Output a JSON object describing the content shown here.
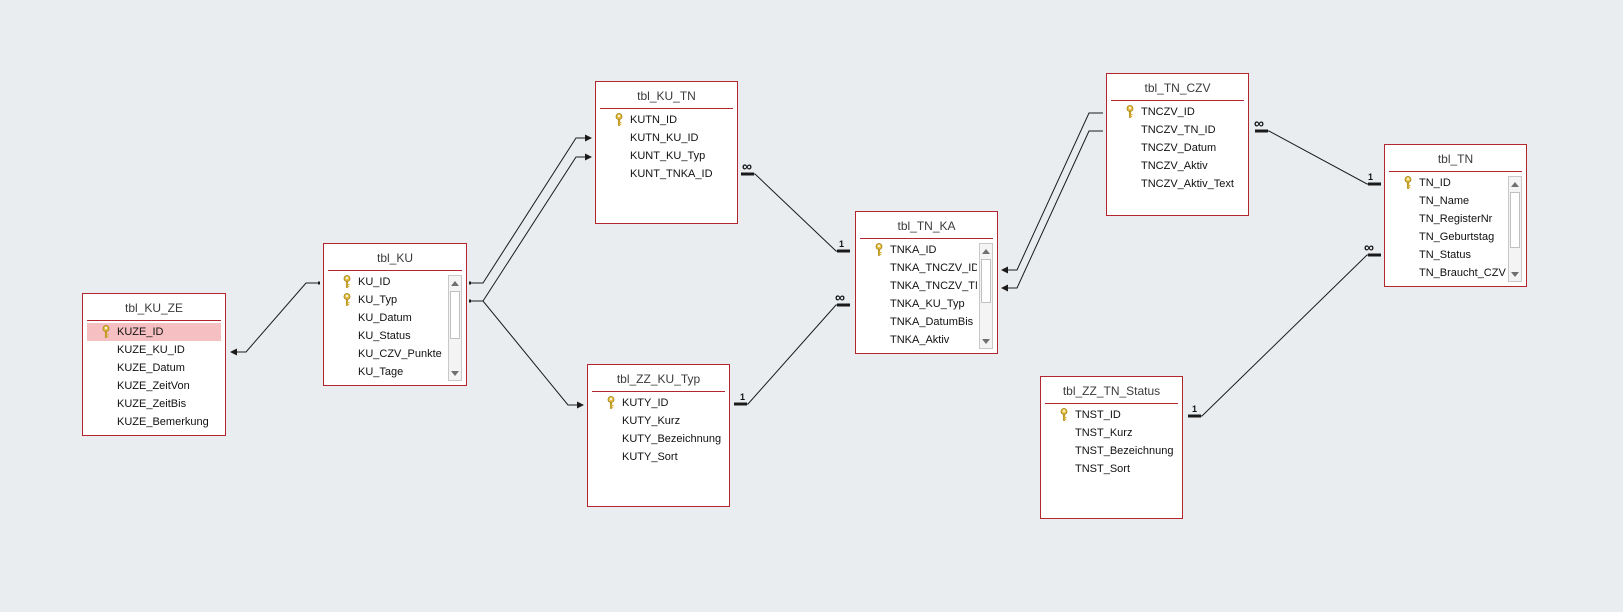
{
  "colors": {
    "background": "#eaedf0",
    "table_border": "#b3262e",
    "selected_field": "#f6bfc1",
    "key_icon": "#d9b33a",
    "line": "#1a1a1a"
  },
  "tables": {
    "kuze": {
      "title": "tbl_KU_ZE",
      "fields": [
        "KUZE_ID",
        "KUZE_KU_ID",
        "KUZE_Datum",
        "KUZE_ZeitVon",
        "KUZE_ZeitBis",
        "KUZE_Bemerkung"
      ]
    },
    "ku": {
      "title": "tbl_KU",
      "fields": [
        "KU_ID",
        "KU_Typ",
        "KU_Datum",
        "KU_Status",
        "KU_CZV_Punkte",
        "KU_Tage"
      ]
    },
    "kutn": {
      "title": "tbl_KU_TN",
      "fields": [
        "KUTN_ID",
        "KUTN_KU_ID",
        "KUNT_KU_Typ",
        "KUNT_TNKA_ID"
      ]
    },
    "zzkutyp": {
      "title": "tbl_ZZ_KU_Typ",
      "fields": [
        "KUTY_ID",
        "KUTY_Kurz",
        "KUTY_Bezeichnung",
        "KUTY_Sort"
      ]
    },
    "tnka": {
      "title": "tbl_TN_KA",
      "fields": [
        "TNKA_ID",
        "TNKA_TNCZV_ID",
        "TNKA_TNCZV_TN_",
        "TNKA_KU_Typ",
        "TNKA_DatumBis",
        "TNKA_Aktiv"
      ]
    },
    "tnczv": {
      "title": "tbl_TN_CZV",
      "fields": [
        "TNCZV_ID",
        "TNCZV_TN_ID",
        "TNCZV_Datum",
        "TNCZV_Aktiv",
        "TNCZV_Aktiv_Text"
      ]
    },
    "tn": {
      "title": "tbl_TN",
      "fields": [
        "TN_ID",
        "TN_Name",
        "TN_RegisterNr",
        "TN_Geburtstag",
        "TN_Status",
        "TN_Braucht_CZV"
      ]
    },
    "zztnst": {
      "title": "tbl_ZZ_TN_Status",
      "fields": [
        "TNST_ID",
        "TNST_Kurz",
        "TNST_Bezeichnung",
        "TNST_Sort"
      ]
    }
  },
  "relationship_labels": {
    "one": "1",
    "many": "∞"
  }
}
